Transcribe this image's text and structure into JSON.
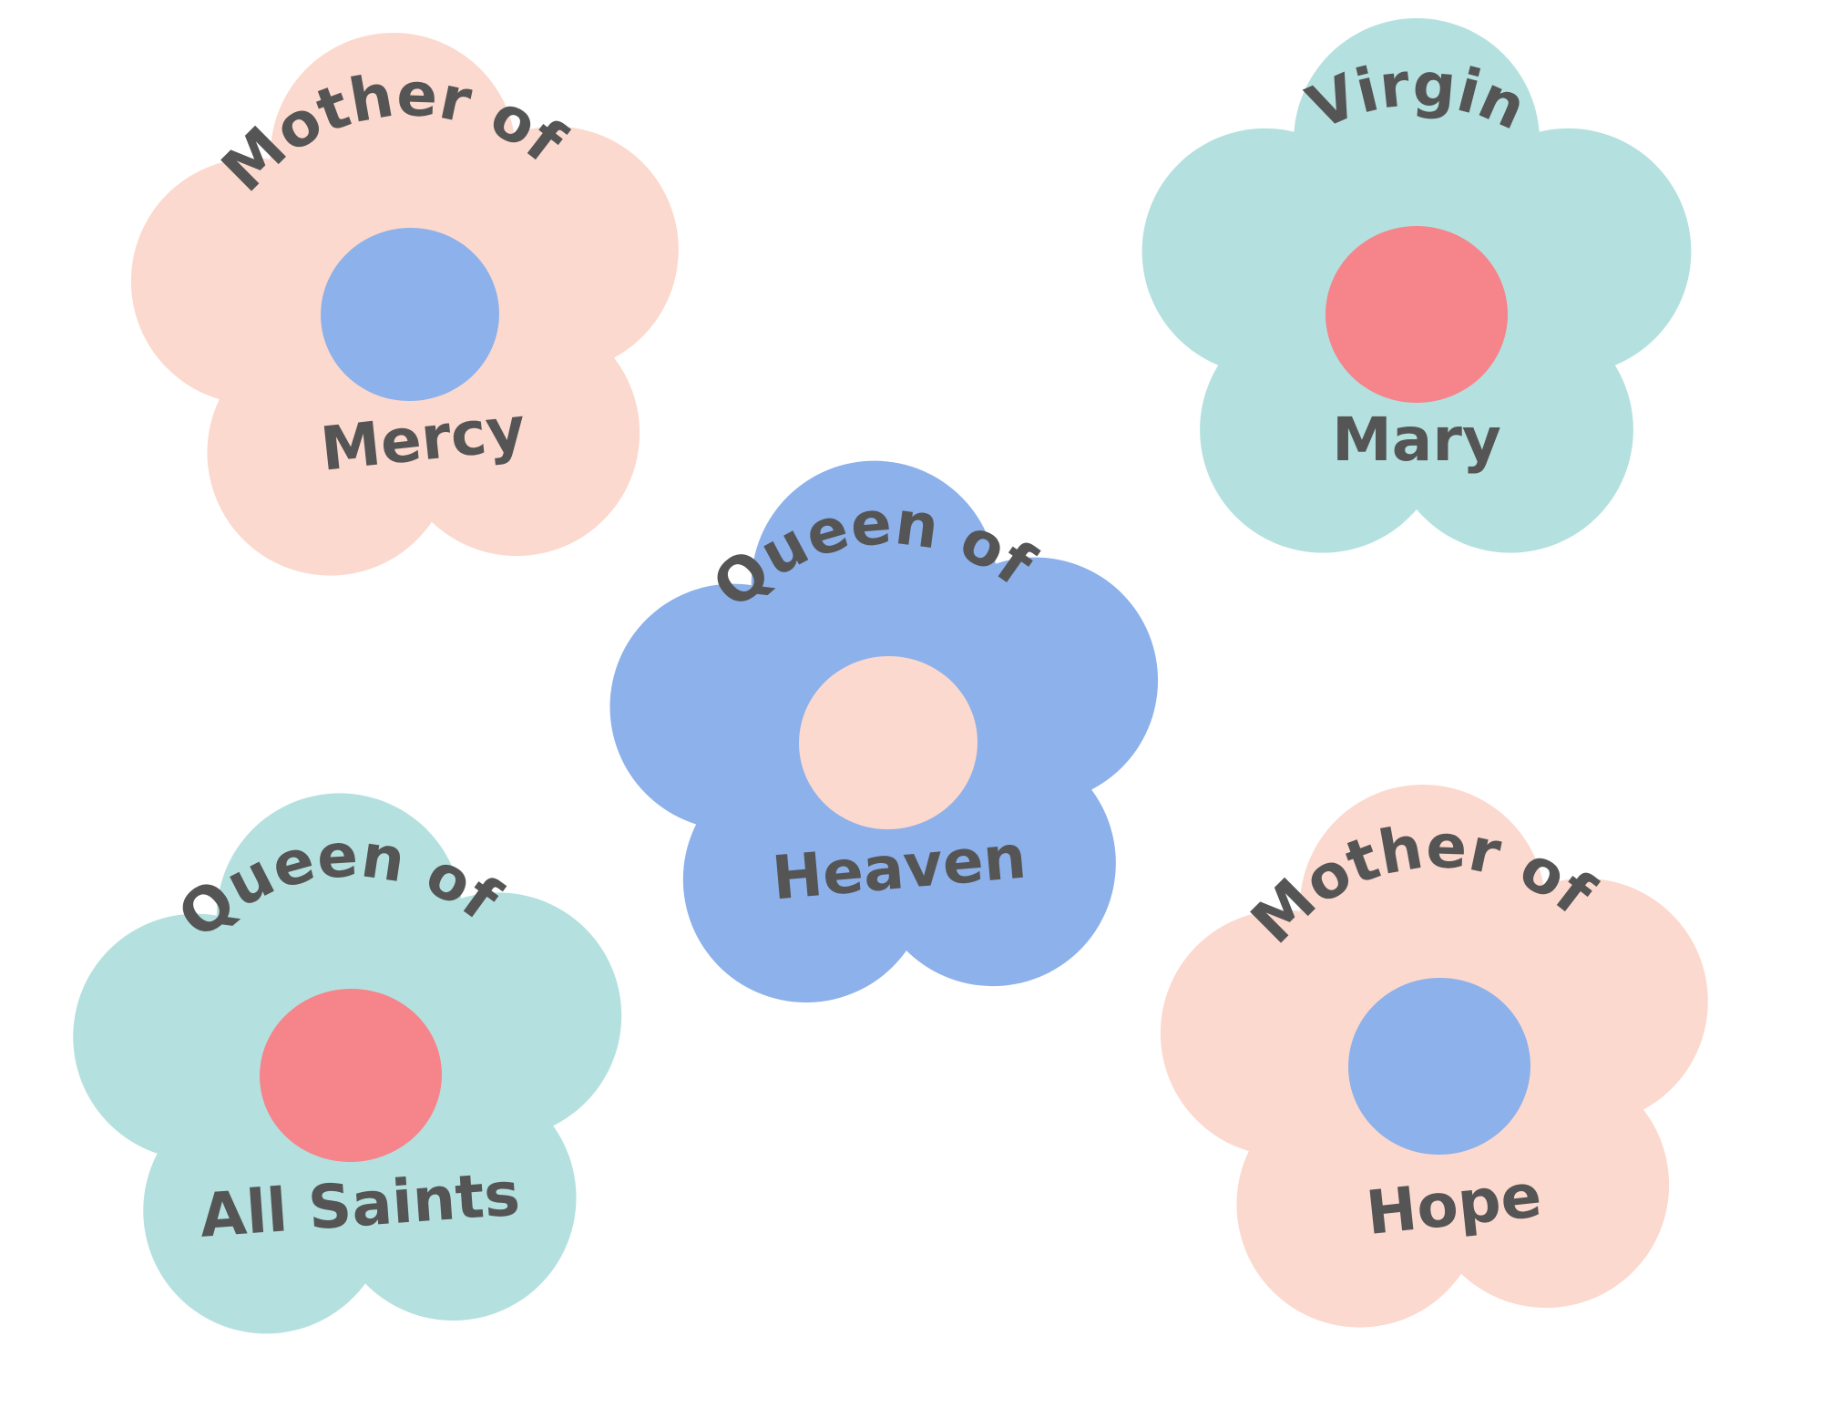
{
  "colors": {
    "background": "#ffffff",
    "text": "#555555",
    "peach": "#fcd9ce",
    "mint": "#b4e1df",
    "blue": "#8db1ea",
    "rose": "#f5848b"
  },
  "flowers": [
    {
      "id": "mother-of-mercy",
      "petal_color": "peach",
      "center_color": "blue",
      "top_text": "Mother of",
      "bottom_text": "Mercy"
    },
    {
      "id": "virgin-mary",
      "petal_color": "mint",
      "center_color": "rose",
      "top_text": "Virgin",
      "bottom_text": "Mary"
    },
    {
      "id": "queen-of-heaven",
      "petal_color": "blue",
      "center_color": "peach",
      "top_text": "Queen of",
      "bottom_text": "Heaven"
    },
    {
      "id": "queen-of-all-saints",
      "petal_color": "mint",
      "center_color": "rose",
      "top_text": "Queen of",
      "bottom_text": "All Saints"
    },
    {
      "id": "mother-of-hope",
      "petal_color": "peach",
      "center_color": "blue",
      "top_text": "Mother of",
      "bottom_text": "Hope"
    }
  ]
}
